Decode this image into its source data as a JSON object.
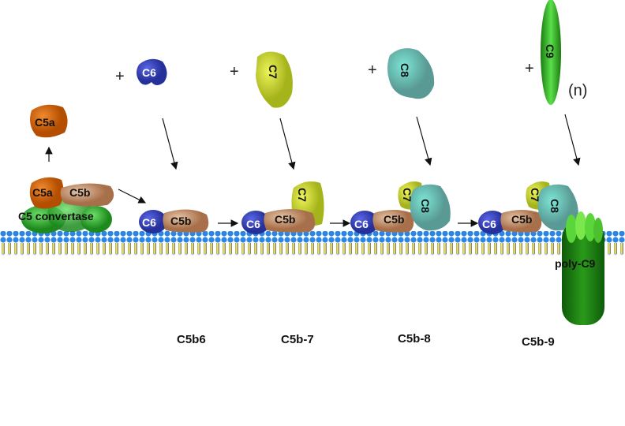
{
  "title": "Membrane attack complex assembly",
  "colors": {
    "c5a": "#d9650e",
    "c5b": "#c89a78",
    "c6": "#3c46c8",
    "c7": "#d2e234",
    "c8": "#58d0c0",
    "c9": "#2a9a1a",
    "convertase": "#3cb43c",
    "membrane": "#2a78d8",
    "membrane_core": "#b8a830"
  },
  "free_components": {
    "c5a": "C5a",
    "c6": "C6",
    "c7": "C7",
    "c8": "C8",
    "c9": "C9",
    "plus": "+",
    "n": "(n)"
  },
  "convertase_complex": {
    "c5a": "C5a",
    "c5b": "C5b",
    "label": "C5 convertase"
  },
  "complexes": [
    {
      "c6": "C6",
      "c5b": "C5b",
      "label": "C5b6"
    },
    {
      "c6": "C6",
      "c5b": "C5b",
      "c7": "C7",
      "label": "C5b-7"
    },
    {
      "c6": "C6",
      "c5b": "C5b",
      "c7": "C7",
      "c8": "C8",
      "label": "C5b-8"
    },
    {
      "c6": "C6",
      "c5b": "C5b",
      "c7": "C7",
      "c8": "C8",
      "poly_c9": "poly-C9",
      "label": "C5b-9"
    }
  ]
}
